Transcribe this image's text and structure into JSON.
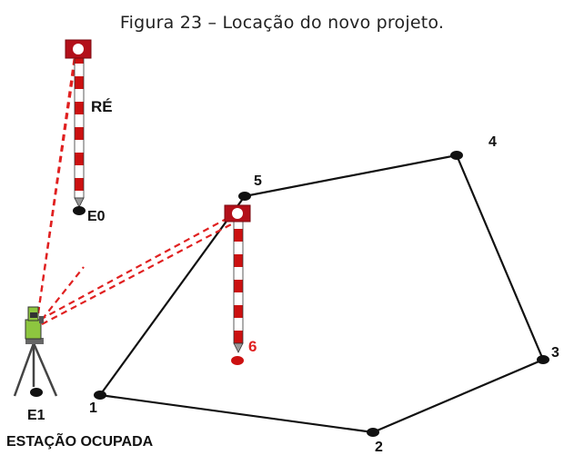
{
  "caption": "Figura 23 – Locação do novo projeto.",
  "labels": {
    "re": "RÉ",
    "e0": "E0",
    "e1": "E1",
    "station": "ESTAÇÃO OCUPADA",
    "p1": "1",
    "p2": "2",
    "p3": "3",
    "p4": "4",
    "p5": "5",
    "p6": "6"
  },
  "colors": {
    "line": "#111111",
    "sight": "#e02020",
    "pole_red": "#cc1111",
    "prism_frame": "#b3101a",
    "instrument": "#8dc63f",
    "point": "#111111",
    "new_point": "#cc1111"
  }
}
